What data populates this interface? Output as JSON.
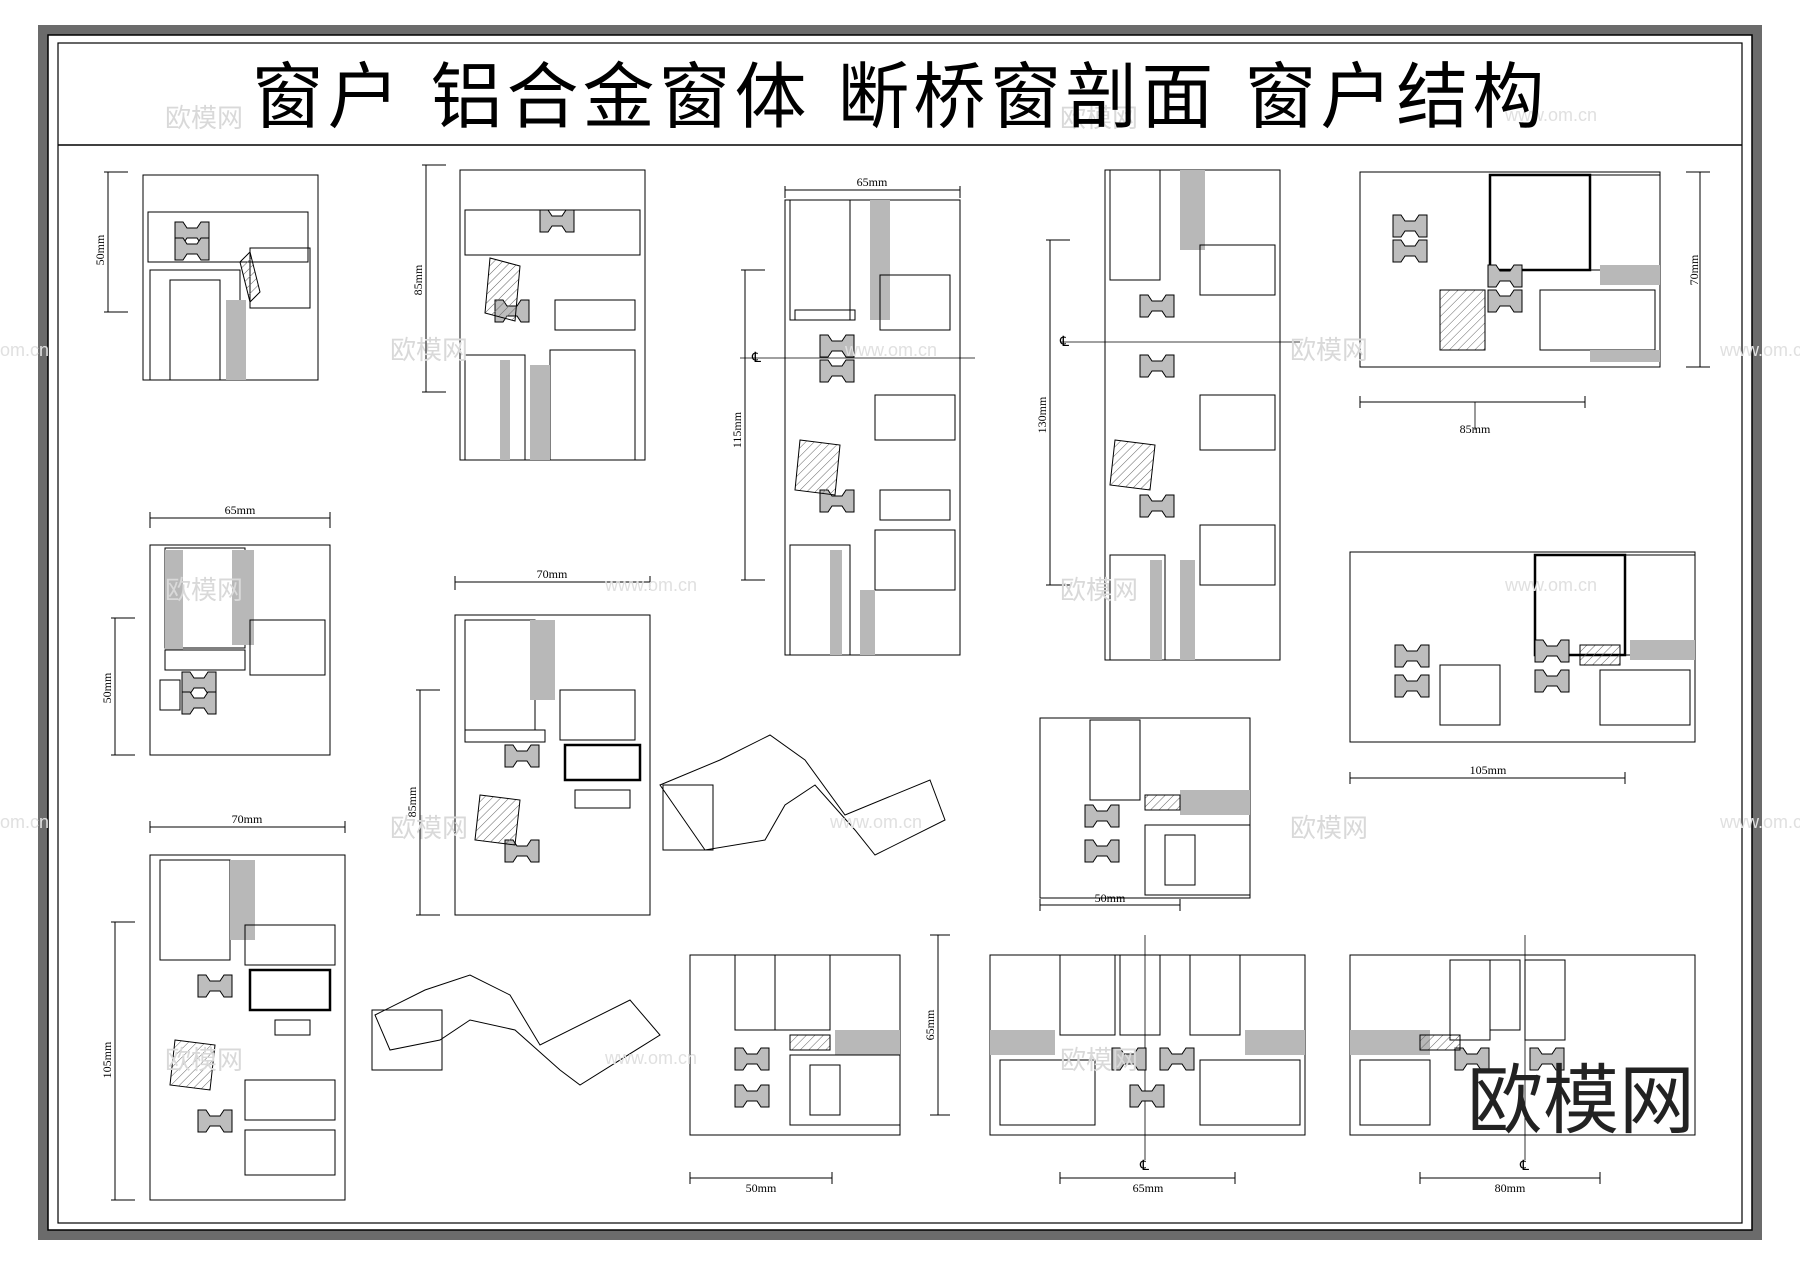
{
  "title": "窗户  铝合金窗体  断桥窗剖面  窗户结构",
  "brand": "欧模网",
  "watermark_text": "欧模网",
  "watermark_url": "www.om.cn",
  "watermark_url_short": "om.cn",
  "centerline_symbol": "℄",
  "dimensions": {
    "d1": "50mm",
    "d2": "85mm",
    "d3": "65mm",
    "d4": "115mm",
    "d5": "130mm",
    "d6": "70mm",
    "d7": "85mm",
    "d8": "65mm",
    "d9": "50mm",
    "d10": "70mm",
    "d11": "85mm",
    "d12": "105mm",
    "d13": "50mm",
    "d14": "70mm",
    "d15": "105mm",
    "d16": "65mm",
    "d17": "50mm",
    "d18": "65mm",
    "d19": "80mm"
  },
  "colors": {
    "line": "#000000",
    "fill_gray": "#b8b8b8",
    "frame_dark": "#555555",
    "frame_light": "#9a9a9a"
  }
}
